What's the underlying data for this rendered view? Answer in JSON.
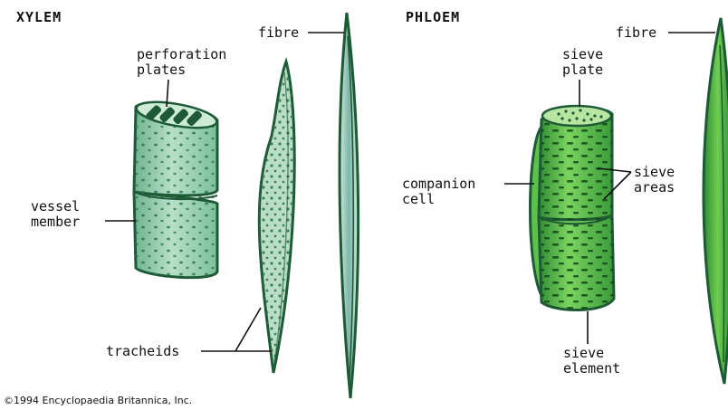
{
  "headings": {
    "xylem": "XYLEM",
    "phloem": "PHLOEM"
  },
  "labels": {
    "xylem_fibre": "fibre",
    "perforation_plates_1": "perforation",
    "perforation_plates_2": "plates",
    "vessel_member_1": "vessel",
    "vessel_member_2": "member",
    "tracheids": "tracheids",
    "phloem_fibre": "fibre",
    "sieve_plate_1": "sieve",
    "sieve_plate_2": "plate",
    "companion_cell_1": "companion",
    "companion_cell_2": "cell",
    "sieve_areas_1": "sieve",
    "sieve_areas_2": "areas",
    "sieve_element_1": "sieve",
    "sieve_element_2": "element"
  },
  "copyright": "©1994 Encyclopaedia Britannica, Inc.",
  "colors": {
    "xylem_cell": "#a7d3b9",
    "phloem_cell": "#4fb348",
    "outline": "#1e5a36",
    "fibre_inner": "#7fb6a8"
  }
}
